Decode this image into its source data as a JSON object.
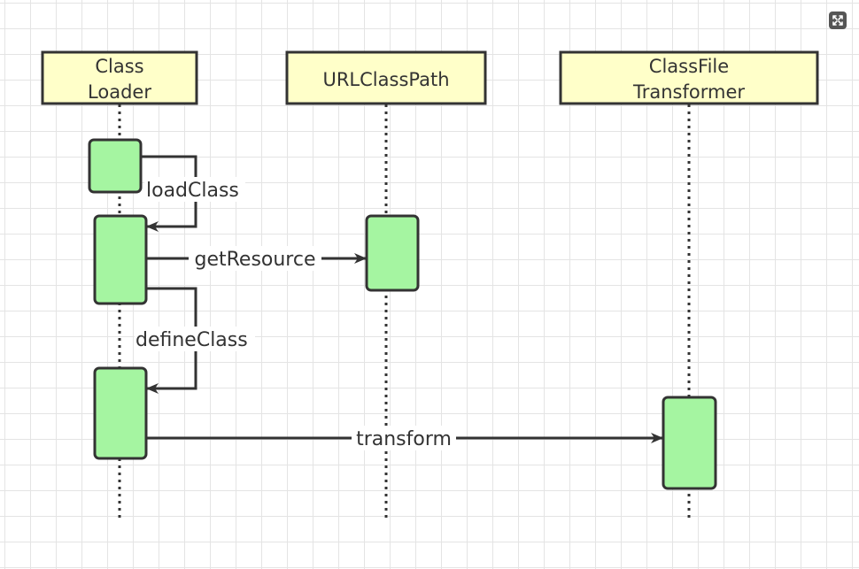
{
  "participants": [
    {
      "lines": [
        "Class",
        "Loader"
      ]
    },
    {
      "lines": [
        "URLClassPath"
      ]
    },
    {
      "lines": [
        "ClassFile",
        "Transformer"
      ]
    }
  ],
  "messages": {
    "load_class": "loadClass",
    "get_resource": "getResource",
    "define_class": "defineClass",
    "transform": "transform"
  },
  "colors": {
    "participant_fill": "#ffffc9",
    "activation_fill": "#a5f5a1",
    "stroke": "#333333",
    "grid": "#e4e4e4"
  },
  "icons": {
    "fit_button": "fit-page-icon"
  }
}
